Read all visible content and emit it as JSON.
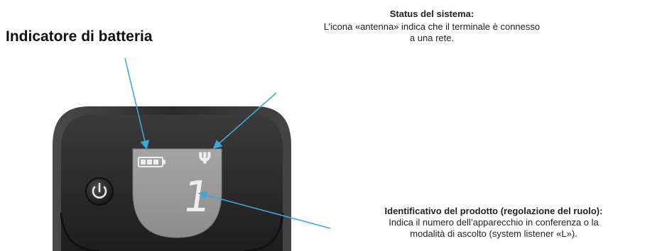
{
  "labels": {
    "battery_title": "Indicatore di batteria",
    "status": {
      "heading": "Status del sistema:",
      "line1": "L’icona «antenna» indica che il terminale è connesso",
      "line2": "a una rete."
    },
    "product": {
      "heading": "Identificativo del prodotto (regolazione del ruolo):",
      "line1": "Indica il numero dell’apparecchio in conferenza o la",
      "line2": "modalità di ascolto (system listener «L»)."
    }
  },
  "display": {
    "antenna_glyph": "Ψ",
    "digit_glyph": "1"
  },
  "colors": {
    "arrow": "#3fa7d6",
    "device_body": "#2b2b2b",
    "device_bezel": "#1c1c1c",
    "display_panel": "#9b9b9b",
    "display_glyph": "#eeeeee"
  },
  "icons": {
    "power": "power-icon",
    "battery": "battery-icon",
    "antenna": "antenna-icon"
  }
}
